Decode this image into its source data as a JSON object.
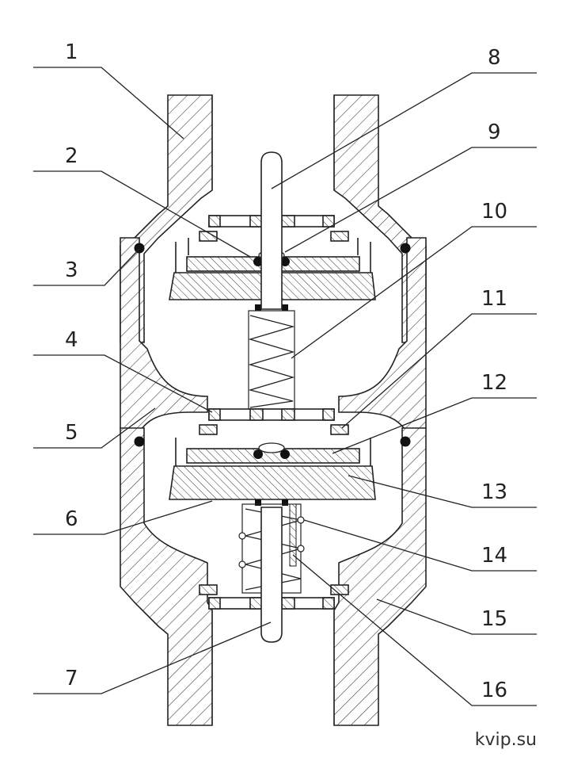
{
  "diagram": {
    "labels": {
      "l1": "1",
      "l2": "2",
      "l3": "3",
      "l4": "4",
      "l5": "5",
      "l6": "6",
      "l7": "7",
      "l8": "8",
      "l9": "9",
      "l10": "10",
      "l11": "11",
      "l12": "12",
      "l13": "13",
      "l14": "14",
      "l15": "15",
      "l16": "16"
    }
  },
  "watermark": "kvip.su"
}
